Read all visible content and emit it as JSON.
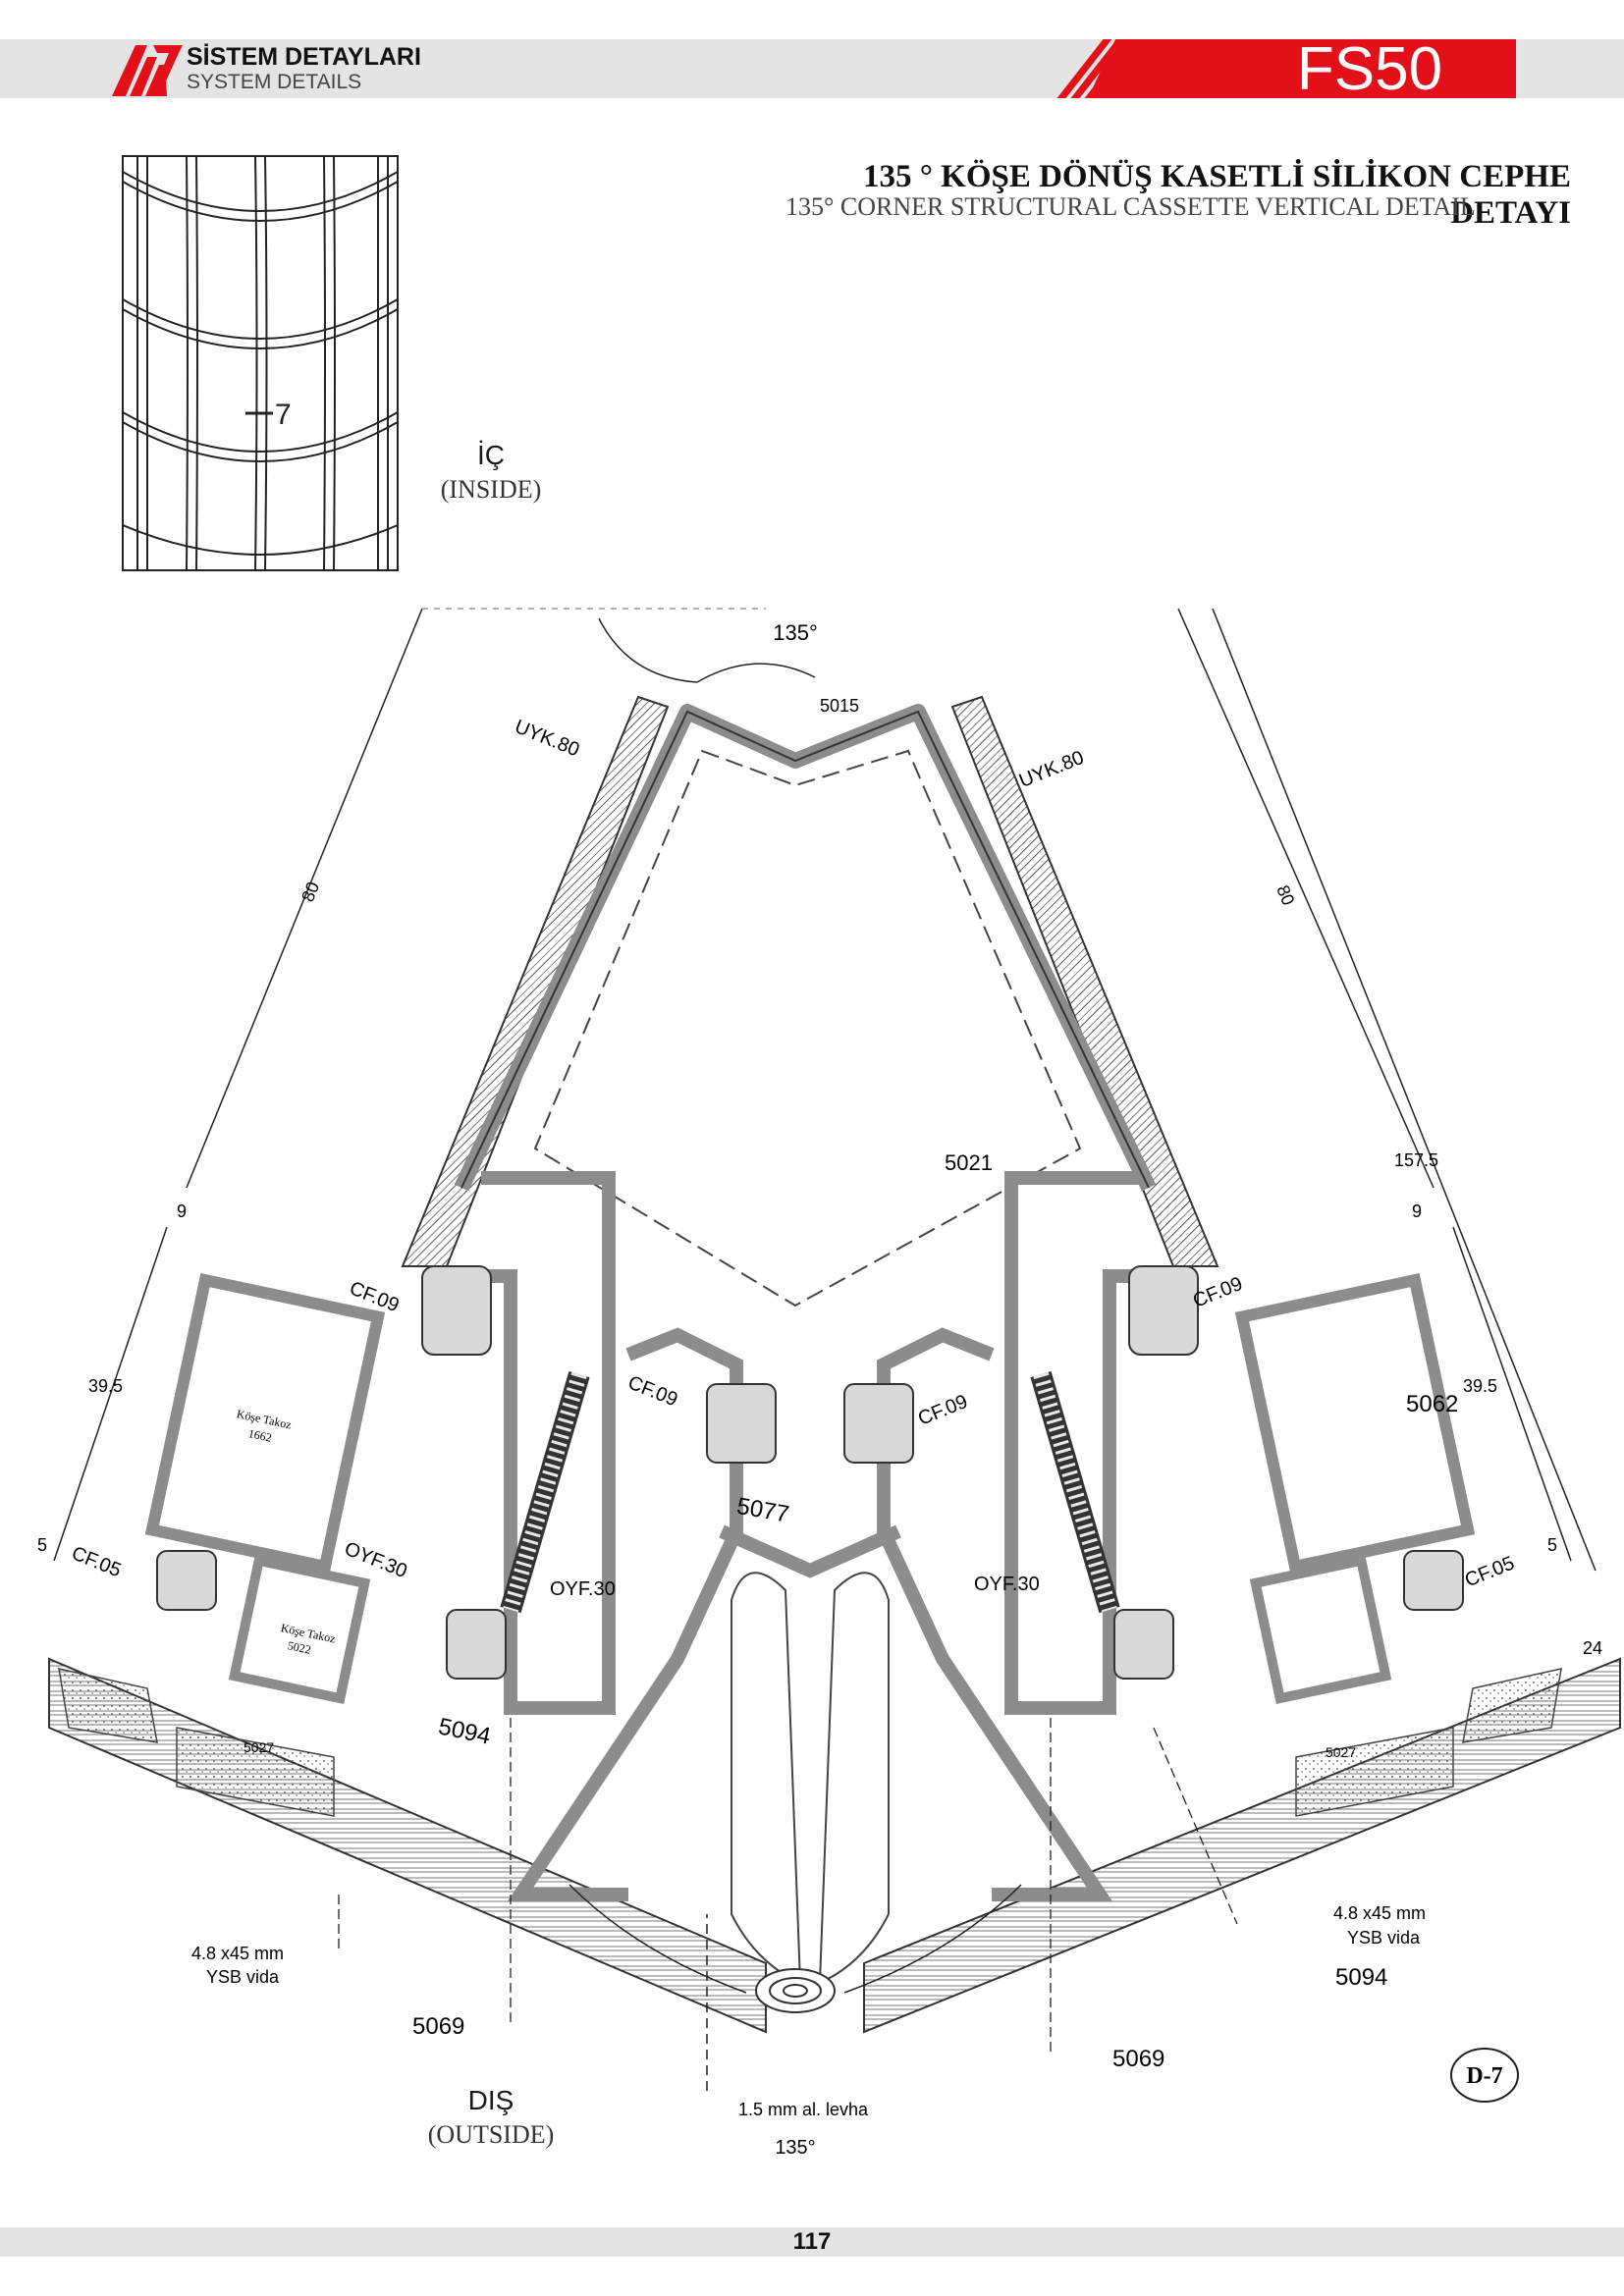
{
  "header": {
    "title_tr": "SİSTEM DETAYLARI",
    "title_en": "SYSTEM DETAILS",
    "series": "FS50",
    "accent_color": "#e3101a",
    "logo_icon": "company-logo"
  },
  "drawing": {
    "title_tr": "135 ° KÖŞE DÖNÜŞ KASETLİ SİLİKON CEPHE DETAYI",
    "title_en": "135° CORNER STRUCTURAL CASSETTE VERTICAL DETAIL",
    "section_marker": "7",
    "inside_tr": "İÇ",
    "inside_en": "(INSIDE)",
    "outside_tr": "DIŞ",
    "outside_en": "(OUTSIDE)",
    "detail_tag": "D-7"
  },
  "labels": {
    "angle_top": "135°",
    "angle_bottom": "135°",
    "p5015": "5015",
    "uyk_left": "UYK.80",
    "uyk_right": "UYK.80",
    "p5021": "5021",
    "cf09_a": "CF.09",
    "cf09_b": "CF.09",
    "cf09_c": "CF.09",
    "cf09_d": "CF.09",
    "cf05_left": "CF.05",
    "cf05_right": "CF.05",
    "p5062": "5062",
    "p5077": "5077",
    "oyf30_a": "OYF.30",
    "oyf30_b": "OYF.30",
    "oyf30_c": "OYF.30",
    "kose_takoz_1662_text": "Köşe Takoz",
    "kose_takoz_1662_num": "1662",
    "kose_takoz_5022_text": "Köşe Takoz",
    "kose_takoz_5022_num": "5022",
    "p5027": "5027",
    "p5094_left": "5094",
    "p5094_right": "5094",
    "p5069_left": "5069",
    "p5069_right": "5069",
    "screw_size": "4.8 x45  mm",
    "screw_type": "YSB vida",
    "sheet": "1.5 mm al. levha"
  },
  "dimensions": {
    "d80": "80",
    "d9": "9",
    "d39_5": "39.5",
    "d5": "5",
    "d157_5": "157.5",
    "d24": "24"
  },
  "footer": {
    "page_number": "117"
  }
}
